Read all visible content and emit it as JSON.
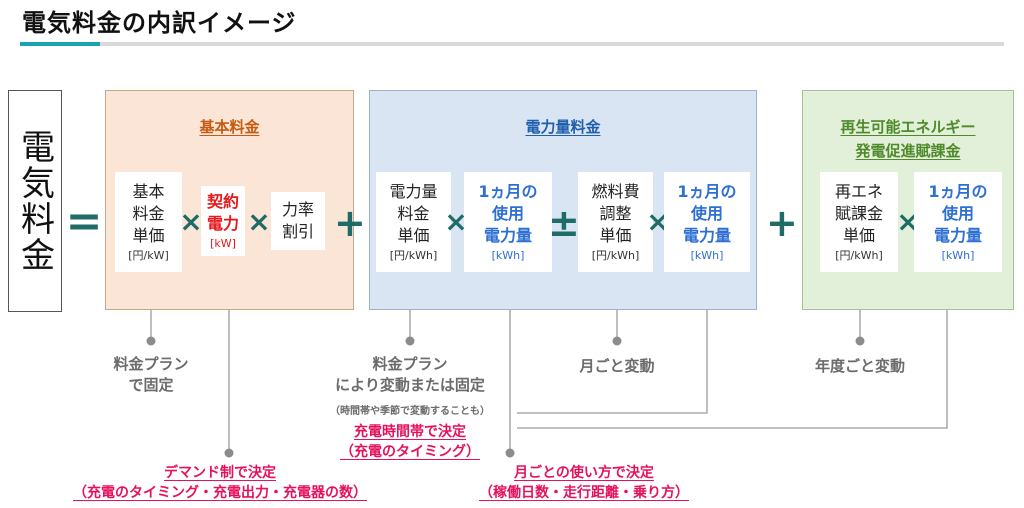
{
  "title": "電気料金の内訳イメージ",
  "electricity_label": "電気料金",
  "operators": {
    "equals": "=",
    "plus": "+",
    "times": "×",
    "plus_minus": "±"
  },
  "sections": {
    "basic": {
      "title": "基本料金",
      "unit_price": {
        "label": "基本\n料金\n単価",
        "unit": "[円/kW]"
      },
      "contract_power": {
        "label": "契約\n電力",
        "unit": "[kW]"
      },
      "power_factor": {
        "label": "力率\n割引"
      }
    },
    "power": {
      "title": "電力量料金",
      "unit_price": {
        "label": "電力量\n料金\n単価",
        "unit": "[円/kWh]"
      },
      "usage1": {
        "label": "1ヵ月の\n使用\n電力量",
        "unit": "[kWh]"
      },
      "fuel": {
        "label": "燃料費\n調整\n単価",
        "unit": "[円/kWh]"
      },
      "usage2": {
        "label": "1ヵ月の\n使用\n電力量",
        "unit": "[kWh]"
      }
    },
    "renew": {
      "title_line1": "再生可能エネルギー",
      "title_line2": "発電促進賦課金",
      "unit_price": {
        "label": "再エネ\n賦課金\n単価",
        "unit": "[円/kWh]"
      },
      "usage": {
        "label": "1ヵ月の\n使用\n電力量",
        "unit": "[kWh]"
      }
    }
  },
  "notes": {
    "plan_fixed": {
      "line1": "料金プラン",
      "line2": "で固定"
    },
    "plan_varies": {
      "line1": "料金プラン",
      "line2": "により変動または固定",
      "sub": "（時間帯や季節で変動することも）"
    },
    "monthly_change": "月ごと変動",
    "yearly_change": "年度ごと変動",
    "charge_time": {
      "line1": "充電時間帯で決定",
      "line2": "（充電のタイミング）"
    },
    "demand": {
      "line1": "デマンド制で決定",
      "line2": "（充電のタイミング・充電出力・充電器の数）"
    },
    "usage_method": {
      "line1": "月ごとの使い方で決定",
      "line2": "（稼働日数・走行距離・乗り方）"
    }
  },
  "colors": {
    "basic": "#fbe5d6",
    "power": "#dae5f3",
    "renew": "#e2efd9",
    "accent_teal": "#1e6b67",
    "pink": "#e6115d",
    "red": "#e8171a",
    "blue": "#2e6fd4"
  }
}
